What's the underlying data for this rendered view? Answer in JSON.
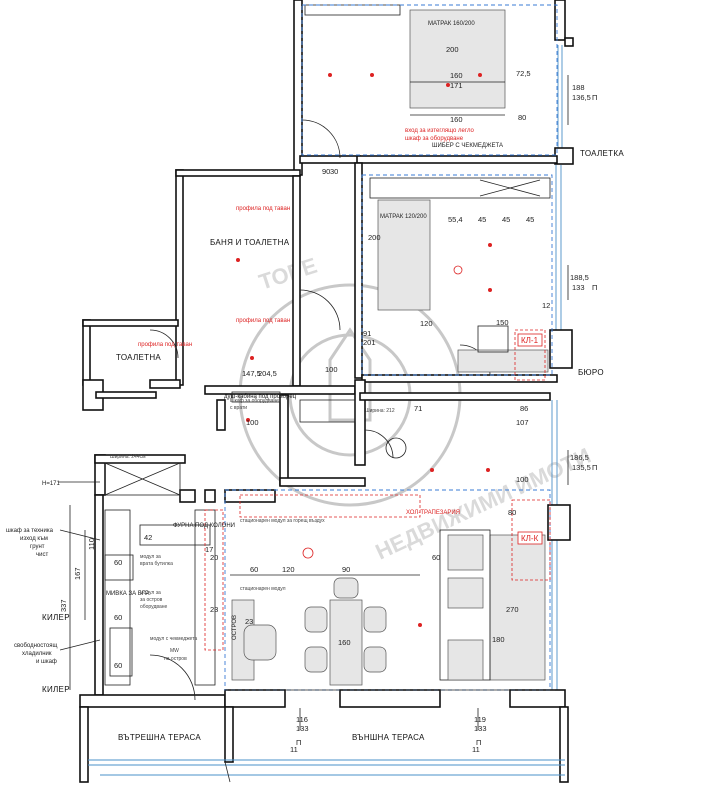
{
  "rooms": {
    "bath": "БАНЯ И ТОАЛЕТНА",
    "toilet": "ТОАЛЕТНА",
    "toilet_right": "ТОАЛЕТКА",
    "office": "БЮРО",
    "inner_terrace": "ВЪТРЕШНА ТЕРАСА",
    "outer_terrace": "ВЪНШНА ТЕРАСА",
    "closet_top": "КИЛЕР",
    "closet_bottom": "КИЛЕР"
  },
  "mattresses": {
    "top": "МАТРАК 160/200",
    "middle": "МАТРАК 120/200"
  },
  "furniture": {
    "island": "ОСТРОВ",
    "sink": "МИВКА ЗА БГР",
    "shower_window": "душ-кабина под  прозорец",
    "fridge_columns": "ФУРНА ПОД КОЛОНИ",
    "hood": "ШИБЕР С ЧЕКМЕДЖЕТА"
  },
  "red_notes": {
    "profile_1": "профила под таван",
    "profile_2": "профила под таван",
    "profile_3": "профила под таван",
    "bed_note": "вход за изтеглящо легло",
    "hood_note": "шкаф за оборудване",
    "kitchen_note": "ХОЛ-ТРАПЕЗАРИЯ"
  },
  "left_notes": {
    "n1": "шкаф за техника",
    "n2": "изход към",
    "n3": "грунт",
    "n4": "чист",
    "n5": "свободностоящ",
    "n6": "хладилник",
    "n7": "и шкаф"
  },
  "inner_notes": {
    "n1": "модул за",
    "n2": "врата бутилка",
    "n3": "модул за",
    "n4": "за остров",
    "n5": "оборудване",
    "n6": "стационарен модул",
    "n7": "модул с чекмеджета",
    "n8": "МW",
    "n9": "на остров",
    "n10": "стационарен модул за горещ въздух",
    "n11": "Н=171",
    "n12": "Шкаф за оборудване",
    "n13": "с врати",
    "n14": "Ширина: 244см",
    "n15": "Ширина: 212"
  },
  "dims": {
    "d200": "200",
    "d160": "160",
    "d171": "171",
    "d160b": "160",
    "d72_5": "72,5",
    "d188": "188",
    "d136_5": "136,5",
    "d80": "80",
    "d90": "90",
    "d30": "30",
    "d55_4": "55,4",
    "d45a": "45",
    "d45b": "45",
    "d45c": "45",
    "d200b": "200",
    "d120": "120",
    "d188_5": "188,5",
    "d133": "133",
    "d12": "12",
    "d150": "150",
    "d91": "91",
    "d201": "201",
    "d100": "100",
    "d147_5": "147,5",
    "d204_5": "204,5",
    "d71": "71",
    "d86": "86",
    "d107": "107",
    "d186_5": "186,5",
    "d135_5": "135,5",
    "d100b": "100",
    "d60": "60",
    "d80b": "80",
    "d270": "270",
    "d180": "180",
    "d60b": "60",
    "d120b": "120",
    "d90b": "90",
    "d160c": "160",
    "d23": "23",
    "d116": "116",
    "d133b": "133",
    "d119": "119",
    "d133c": "133",
    "d337": "337",
    "d167": "167",
    "d110": "110",
    "d60c": "60",
    "d60d": "60",
    "d60e": "60",
    "d42": "42",
    "d17": "17",
    "d23b": "23",
    "d100c": "100",
    "d20": "20",
    "d11": "11",
    "d11b": "11",
    "dP": "П",
    "dP2": "П",
    "dP3": "П",
    "dP4": "П",
    "dP5": "П"
  },
  "badges": {
    "kl1": "КЛ-1",
    "kl2": "КЛ-К"
  },
  "colors": {
    "walls": "#111111",
    "glass": "#4a90c8",
    "red_notes": "#dd2222",
    "furniture": "#e6e6e6",
    "dashed_blue": "#3a7bd5"
  }
}
